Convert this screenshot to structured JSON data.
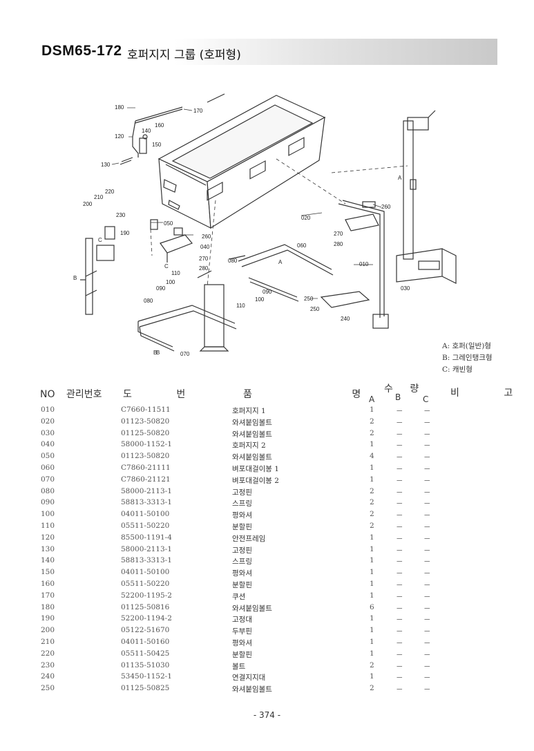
{
  "header": {
    "model": "DSM65-172",
    "subtitle": "호퍼지지 그룹 (호퍼형)"
  },
  "diagram": {
    "callouts": [
      "180",
      "170",
      "160",
      "140",
      "150",
      "120",
      "130",
      "220",
      "210",
      "200",
      "230",
      "190",
      "050",
      "260",
      "040",
      "270",
      "280",
      "110",
      "100",
      "090",
      "080",
      "070",
      "060",
      "A",
      "B",
      "C",
      "020",
      "260",
      "270",
      "280",
      "010",
      "250",
      "030",
      "090",
      "100",
      "110",
      "080",
      "250",
      "240",
      "A",
      "B",
      "B",
      "C"
    ]
  },
  "legend": [
    "A: 호퍼(일반)형",
    "B: 그레인탱크형",
    "C: 캐빈형"
  ],
  "table": {
    "headers": {
      "no": "NO",
      "mgmt": "관리번호",
      "drawing": "도 번",
      "name": "품 명",
      "qty": "수 량",
      "note": "비 고"
    },
    "qty_cols": [
      "A",
      "B",
      "C"
    ],
    "rows": [
      {
        "no": "010",
        "pn": "C7660-11511",
        "name": "호퍼지지 1",
        "a": "1",
        "b": "－",
        "c": "－"
      },
      {
        "no": "020",
        "pn": "01123-50820",
        "name": "와셔붙임볼트",
        "a": "2",
        "b": "－",
        "c": "－"
      },
      {
        "no": "030",
        "pn": "01125-50820",
        "name": "와셔붙임볼트",
        "a": "2",
        "b": "－",
        "c": "－"
      },
      {
        "no": "040",
        "pn": "58000-1152-1",
        "name": "호퍼지지 2",
        "a": "1",
        "b": "－",
        "c": "－"
      },
      {
        "no": "050",
        "pn": "01123-50820",
        "name": "와셔붙임볼트",
        "a": "4",
        "b": "－",
        "c": "－"
      },
      {
        "no": "060",
        "pn": "C7860-21111",
        "name": "벼포대걸이봉 1",
        "a": "1",
        "b": "－",
        "c": "－"
      },
      {
        "no": "070",
        "pn": "C7860-21121",
        "name": "벼포대걸이봉 2",
        "a": "1",
        "b": "－",
        "c": "－"
      },
      {
        "no": "080",
        "pn": "58000-2113-1",
        "name": "고정핀",
        "a": "2",
        "b": "－",
        "c": "－"
      },
      {
        "no": "090",
        "pn": "58813-3313-1",
        "name": "스프링",
        "a": "2",
        "b": "－",
        "c": "－"
      },
      {
        "no": "100",
        "pn": "04011-50100",
        "name": "평와셔",
        "a": "2",
        "b": "－",
        "c": "－"
      },
      {
        "no": "110",
        "pn": "05511-50220",
        "name": "분할핀",
        "a": "2",
        "b": "－",
        "c": "－"
      },
      {
        "no": "120",
        "pn": "85500-1191-4",
        "name": "안전프레임",
        "a": "1",
        "b": "－",
        "c": "－"
      },
      {
        "no": "130",
        "pn": "58000-2113-1",
        "name": "고정핀",
        "a": "1",
        "b": "－",
        "c": "－"
      },
      {
        "no": "140",
        "pn": "58813-3313-1",
        "name": "스프링",
        "a": "1",
        "b": "－",
        "c": "－"
      },
      {
        "no": "150",
        "pn": "04011-50100",
        "name": "평와셔",
        "a": "1",
        "b": "－",
        "c": "－"
      },
      {
        "no": "160",
        "pn": "05511-50220",
        "name": "분할핀",
        "a": "1",
        "b": "－",
        "c": "－"
      },
      {
        "no": "170",
        "pn": "52200-1195-2",
        "name": "쿠션",
        "a": "1",
        "b": "－",
        "c": "－"
      },
      {
        "no": "180",
        "pn": "01125-50816",
        "name": "와셔붙임볼트",
        "a": "6",
        "b": "－",
        "c": "－"
      },
      {
        "no": "190",
        "pn": "52200-1194-2",
        "name": "고정대",
        "a": "1",
        "b": "－",
        "c": "－"
      },
      {
        "no": "200",
        "pn": "05122-51670",
        "name": "두부핀",
        "a": "1",
        "b": "－",
        "c": "－"
      },
      {
        "no": "210",
        "pn": "04011-50160",
        "name": "평와셔",
        "a": "1",
        "b": "－",
        "c": "－"
      },
      {
        "no": "220",
        "pn": "05511-50425",
        "name": "분할핀",
        "a": "1",
        "b": "－",
        "c": "－"
      },
      {
        "no": "230",
        "pn": "01135-51030",
        "name": "볼트",
        "a": "2",
        "b": "－",
        "c": "－"
      },
      {
        "no": "240",
        "pn": "53450-1152-1",
        "name": "연결지지대",
        "a": "1",
        "b": "－",
        "c": "－"
      },
      {
        "no": "250",
        "pn": "01125-50825",
        "name": "와셔붙임볼트",
        "a": "2",
        "b": "－",
        "c": "－"
      }
    ]
  },
  "footer": {
    "page": "- 374 -"
  }
}
